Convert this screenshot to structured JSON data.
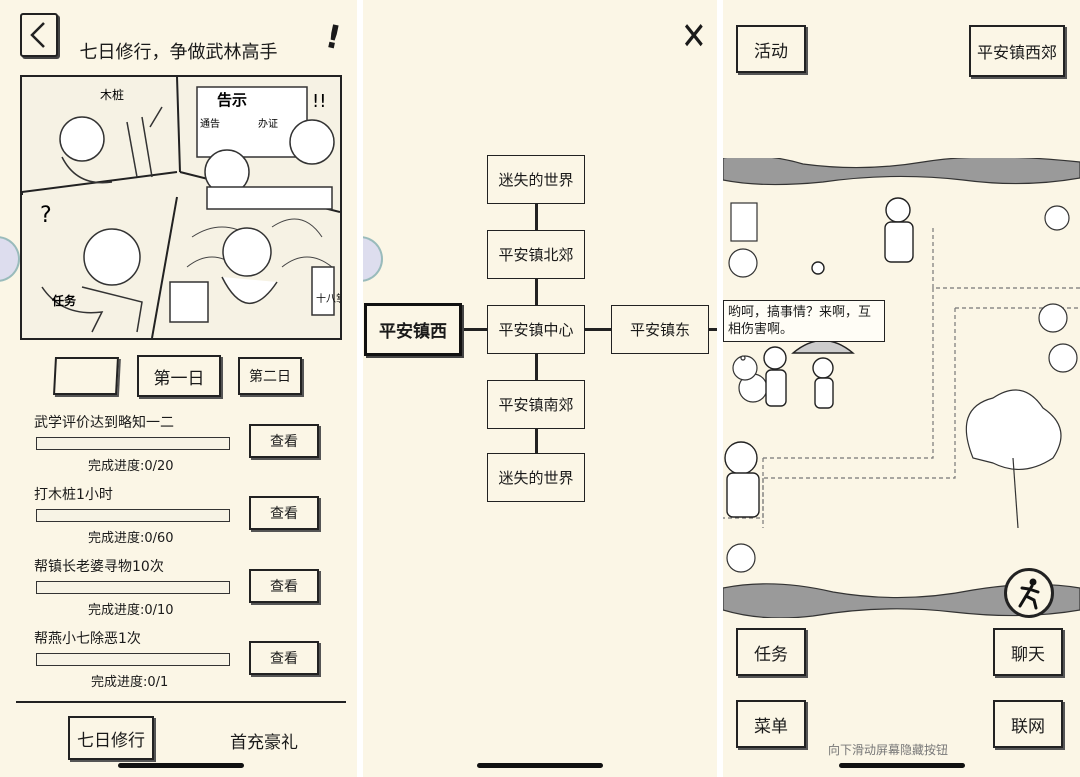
{
  "left_panel": {
    "title": "七日修行，争做武林高手",
    "comic": {
      "label_wood": "木桩",
      "label_notice": "告示",
      "label_tongjian": "通告",
      "label_banzheng": "办证",
      "label_task": "任务",
      "label_book": "十八掌"
    },
    "day_tabs": [
      "",
      "第一日",
      "第二日"
    ],
    "tasks": [
      {
        "name": "武学评价达到略知一二",
        "progress_text": "完成进度:0/20",
        "progress": 0,
        "button": "查看"
      },
      {
        "name": "打木桩1小时",
        "progress_text": "完成进度:0/60",
        "progress": 0,
        "button": "查看"
      },
      {
        "name": "帮镇长老婆寻物10次",
        "progress_text": "完成进度:0/10",
        "progress": 0,
        "button": "查看"
      },
      {
        "name": "帮燕小七除恶1次",
        "progress_text": "完成进度:0/1",
        "progress": 0,
        "button": "查看"
      }
    ],
    "bottom_tabs": {
      "active": "七日修行",
      "other": "首充豪礼"
    }
  },
  "middle_panel": {
    "nodes": {
      "north_far": "迷失的世界",
      "north": "平安镇北郊",
      "center": "平安镇中心",
      "west": "平安镇西",
      "east": "平安镇东",
      "south": "平安镇南郊",
      "south_far": "迷失的世界"
    },
    "current": "west"
  },
  "right_panel": {
    "top_left_button": "活动",
    "location": "平安镇西郊",
    "speech": "哟呵，搞事情？来啊，互相伤害啊。",
    "buttons": {
      "task": "任务",
      "chat": "聊天",
      "menu": "菜单",
      "network": "联网"
    },
    "hint": "向下滑动屏幕隐藏按钮"
  }
}
